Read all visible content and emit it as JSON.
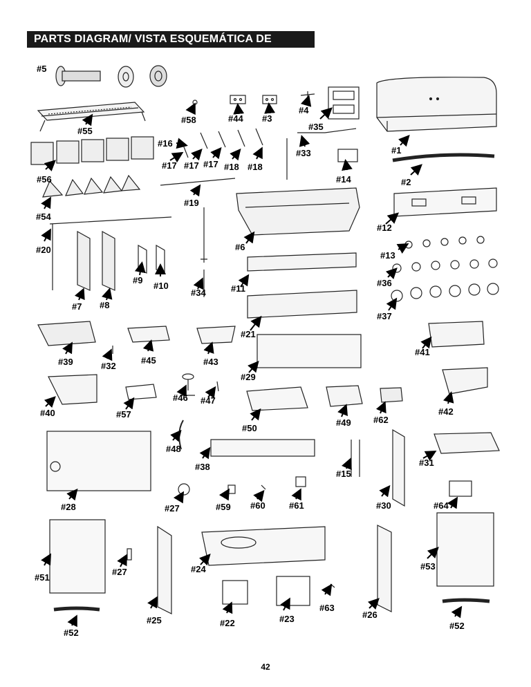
{
  "title": "PARTS DIAGRAM/ VISTA ESQUEMÁTICA DE PIEZAS",
  "page_number": "42",
  "labels": {
    "p5": "#5",
    "p55": "#55",
    "p58": "#58",
    "p44": "#44",
    "p3": "#3",
    "p4": "#4",
    "p35": "#35",
    "p1": "#1",
    "p16": "#16",
    "p17a": "#17",
    "p17b": "#17",
    "p17c": "#17",
    "p18a": "#18",
    "p18b": "#18",
    "p33": "#33",
    "p56": "#56",
    "p14": "#14",
    "p2": "#2",
    "p19": "#19",
    "p54": "#54",
    "p12": "#12",
    "p20": "#20",
    "p6": "#6",
    "p13": "#13",
    "p11": "#11",
    "p36": "#36",
    "p9": "#9",
    "p10": "#10",
    "p34": "#34",
    "p7": "#7",
    "p8": "#8",
    "p21": "#21",
    "p37": "#37",
    "p39": "#39",
    "p32": "#32",
    "p45": "#45",
    "p43": "#43",
    "p41": "#41",
    "p29": "#29",
    "p40": "#40",
    "p57": "#57",
    "p46": "#46",
    "p47": "#47",
    "p50": "#50",
    "p49": "#49",
    "p62": "#62",
    "p42": "#42",
    "p48": "#48",
    "p38": "#38",
    "p15": "#15",
    "p31": "#31",
    "p28": "#28",
    "p27a": "#27",
    "p59": "#59",
    "p60": "#60",
    "p61": "#61",
    "p30": "#30",
    "p64": "#64",
    "p51": "#51",
    "p27b": "#27",
    "p24": "#24",
    "p53": "#53",
    "p52a": "#52",
    "p25": "#25",
    "p22": "#22",
    "p23": "#23",
    "p63": "#63",
    "p26": "#26",
    "p52b": "#52"
  }
}
